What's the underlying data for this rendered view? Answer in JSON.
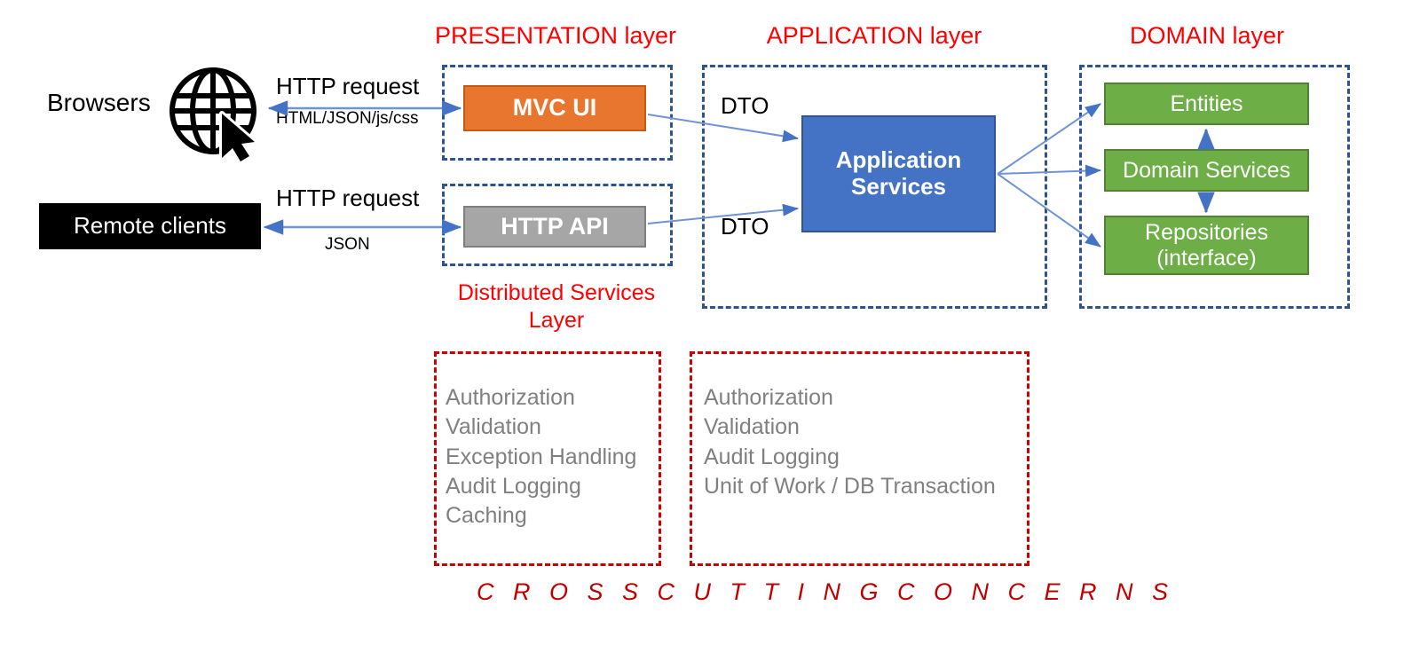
{
  "diagram": {
    "layer_titles": {
      "presentation": "PRESENTATION layer",
      "application": "APPLICATION layer",
      "domain": "DOMAIN layer",
      "distributed_services": "Distributed Services Layer"
    },
    "actors": {
      "browsers": "Browsers",
      "remote_clients": "Remote clients",
      "globe_icon": "globe-cursor-icon"
    },
    "edge_labels": {
      "http_request_top": "HTTP request",
      "payload_top": "HTML/JSON/js/css",
      "http_request_bottom": "HTTP request",
      "payload_bottom": "JSON",
      "dto_top": "DTO",
      "dto_bottom": "DTO"
    },
    "nodes": {
      "mvc_ui": "MVC UI",
      "http_api": "HTTP API",
      "application_services": "Application Services",
      "entities": "Entities",
      "domain_services": "Domain Services",
      "repositories": "Repositories (interface)",
      "repositories_line1": "Repositories",
      "repositories_line2": "(interface)"
    },
    "cross_cutting": {
      "footer": "C R O S S   C U T T I N G   C O N C E R N S",
      "distributed_services_items": [
        "Authorization",
        "Validation",
        "Exception Handling",
        "Audit Logging",
        "Caching"
      ],
      "application_items": [
        "Authorization",
        "Validation",
        "Audit Logging",
        "Unit of Work / DB Transaction"
      ]
    },
    "colors": {
      "layer_title_red": "#FF0000",
      "cross_cutting_red": "#CC0000",
      "footer_red": "#C00000",
      "dashed_blue": "#2E5395",
      "mvc_orange": "#E8762F",
      "api_gray": "#A6A6A6",
      "appsvc_blue": "#4472C4",
      "domain_green": "#6EAE46",
      "arrow_blue": "#4472C4",
      "list_gray": "#808080",
      "actor_black": "#000000"
    }
  }
}
